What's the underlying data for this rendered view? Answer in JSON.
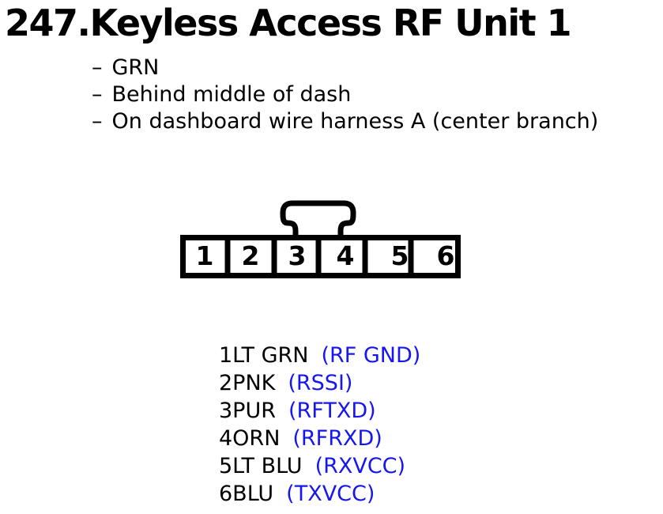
{
  "page": {
    "title": "247.Keyless Access RF Unit 1"
  },
  "bullet": "–",
  "notes": [
    "GRN",
    "Behind middle of dash",
    "On dashboard wire harness A (center branch)"
  ],
  "connector": {
    "pin_numbers": [
      "1",
      "2",
      "3",
      "4",
      "5",
      "6"
    ]
  },
  "pin_list": [
    {
      "wire": "1LT GRN",
      "signal": "(RF GND)"
    },
    {
      "wire": "2PNK",
      "signal": "(RSSI)"
    },
    {
      "wire": "3PUR",
      "signal": "(RFTXD)"
    },
    {
      "wire": "4ORN",
      "signal": "(RFRXD)"
    },
    {
      "wire": "5LT BLU",
      "signal": "(RXVCC)"
    },
    {
      "wire": "6BLU",
      "signal": "(TXVCC)"
    }
  ],
  "colors": {
    "background": "#ffffff",
    "body_text": "#000000",
    "signal_text": "#1616ee",
    "connector_stroke": "#000000"
  }
}
